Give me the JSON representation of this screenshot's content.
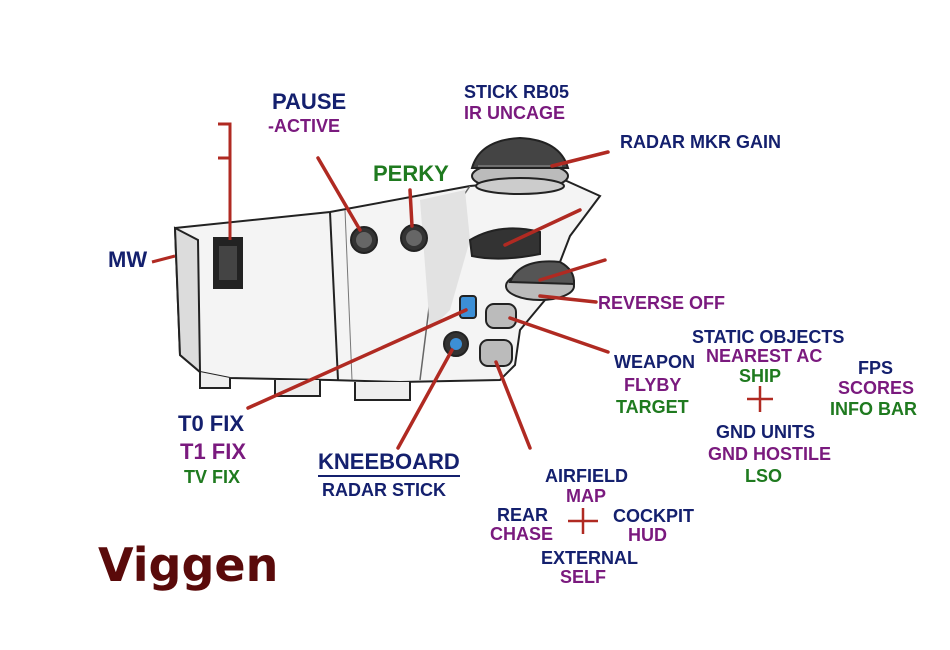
{
  "title": "Viggen",
  "labels": {
    "mw": "MW",
    "pause": "PAUSE",
    "pause_active": "-ACTIVE",
    "perky": "PERKY",
    "stick_rb05": "STICK RB05",
    "ir_uncage": "IR UNCAGE",
    "radar_mkr_gain": "RADAR MKR GAIN",
    "reverse_off": "REVERSE OFF",
    "weapon": "WEAPON",
    "flyby": "FLYBY",
    "target": "TARGET",
    "t0_fix": "T0 FIX",
    "t1_fix": "T1 FIX",
    "tv_fix": "TV FIX",
    "kneeboard": "KNEEBOARD",
    "radar_stick": "RADAR STICK",
    "static_objects": "STATIC OBJECTS",
    "nearest_ac": "NEAREST AC",
    "ship": "SHIP",
    "gnd_units": "GND UNITS",
    "gnd_hostile": "GND HOSTILE",
    "lso": "LSO",
    "fps": "FPS",
    "scores": "SCORES",
    "info_bar": "INFO BAR",
    "airfield": "AIRFIELD",
    "map": "MAP",
    "rear": "REAR",
    "chase": "CHASE",
    "cockpit": "COCKPIT",
    "hud": "HUD",
    "external": "EXTERNAL",
    "self": "SELF"
  },
  "colors": {
    "navy": "#14206e",
    "purple": "#7a1a7e",
    "green": "#1f7a1f",
    "leader": "#b02a22",
    "title": "#5a0a0a"
  }
}
